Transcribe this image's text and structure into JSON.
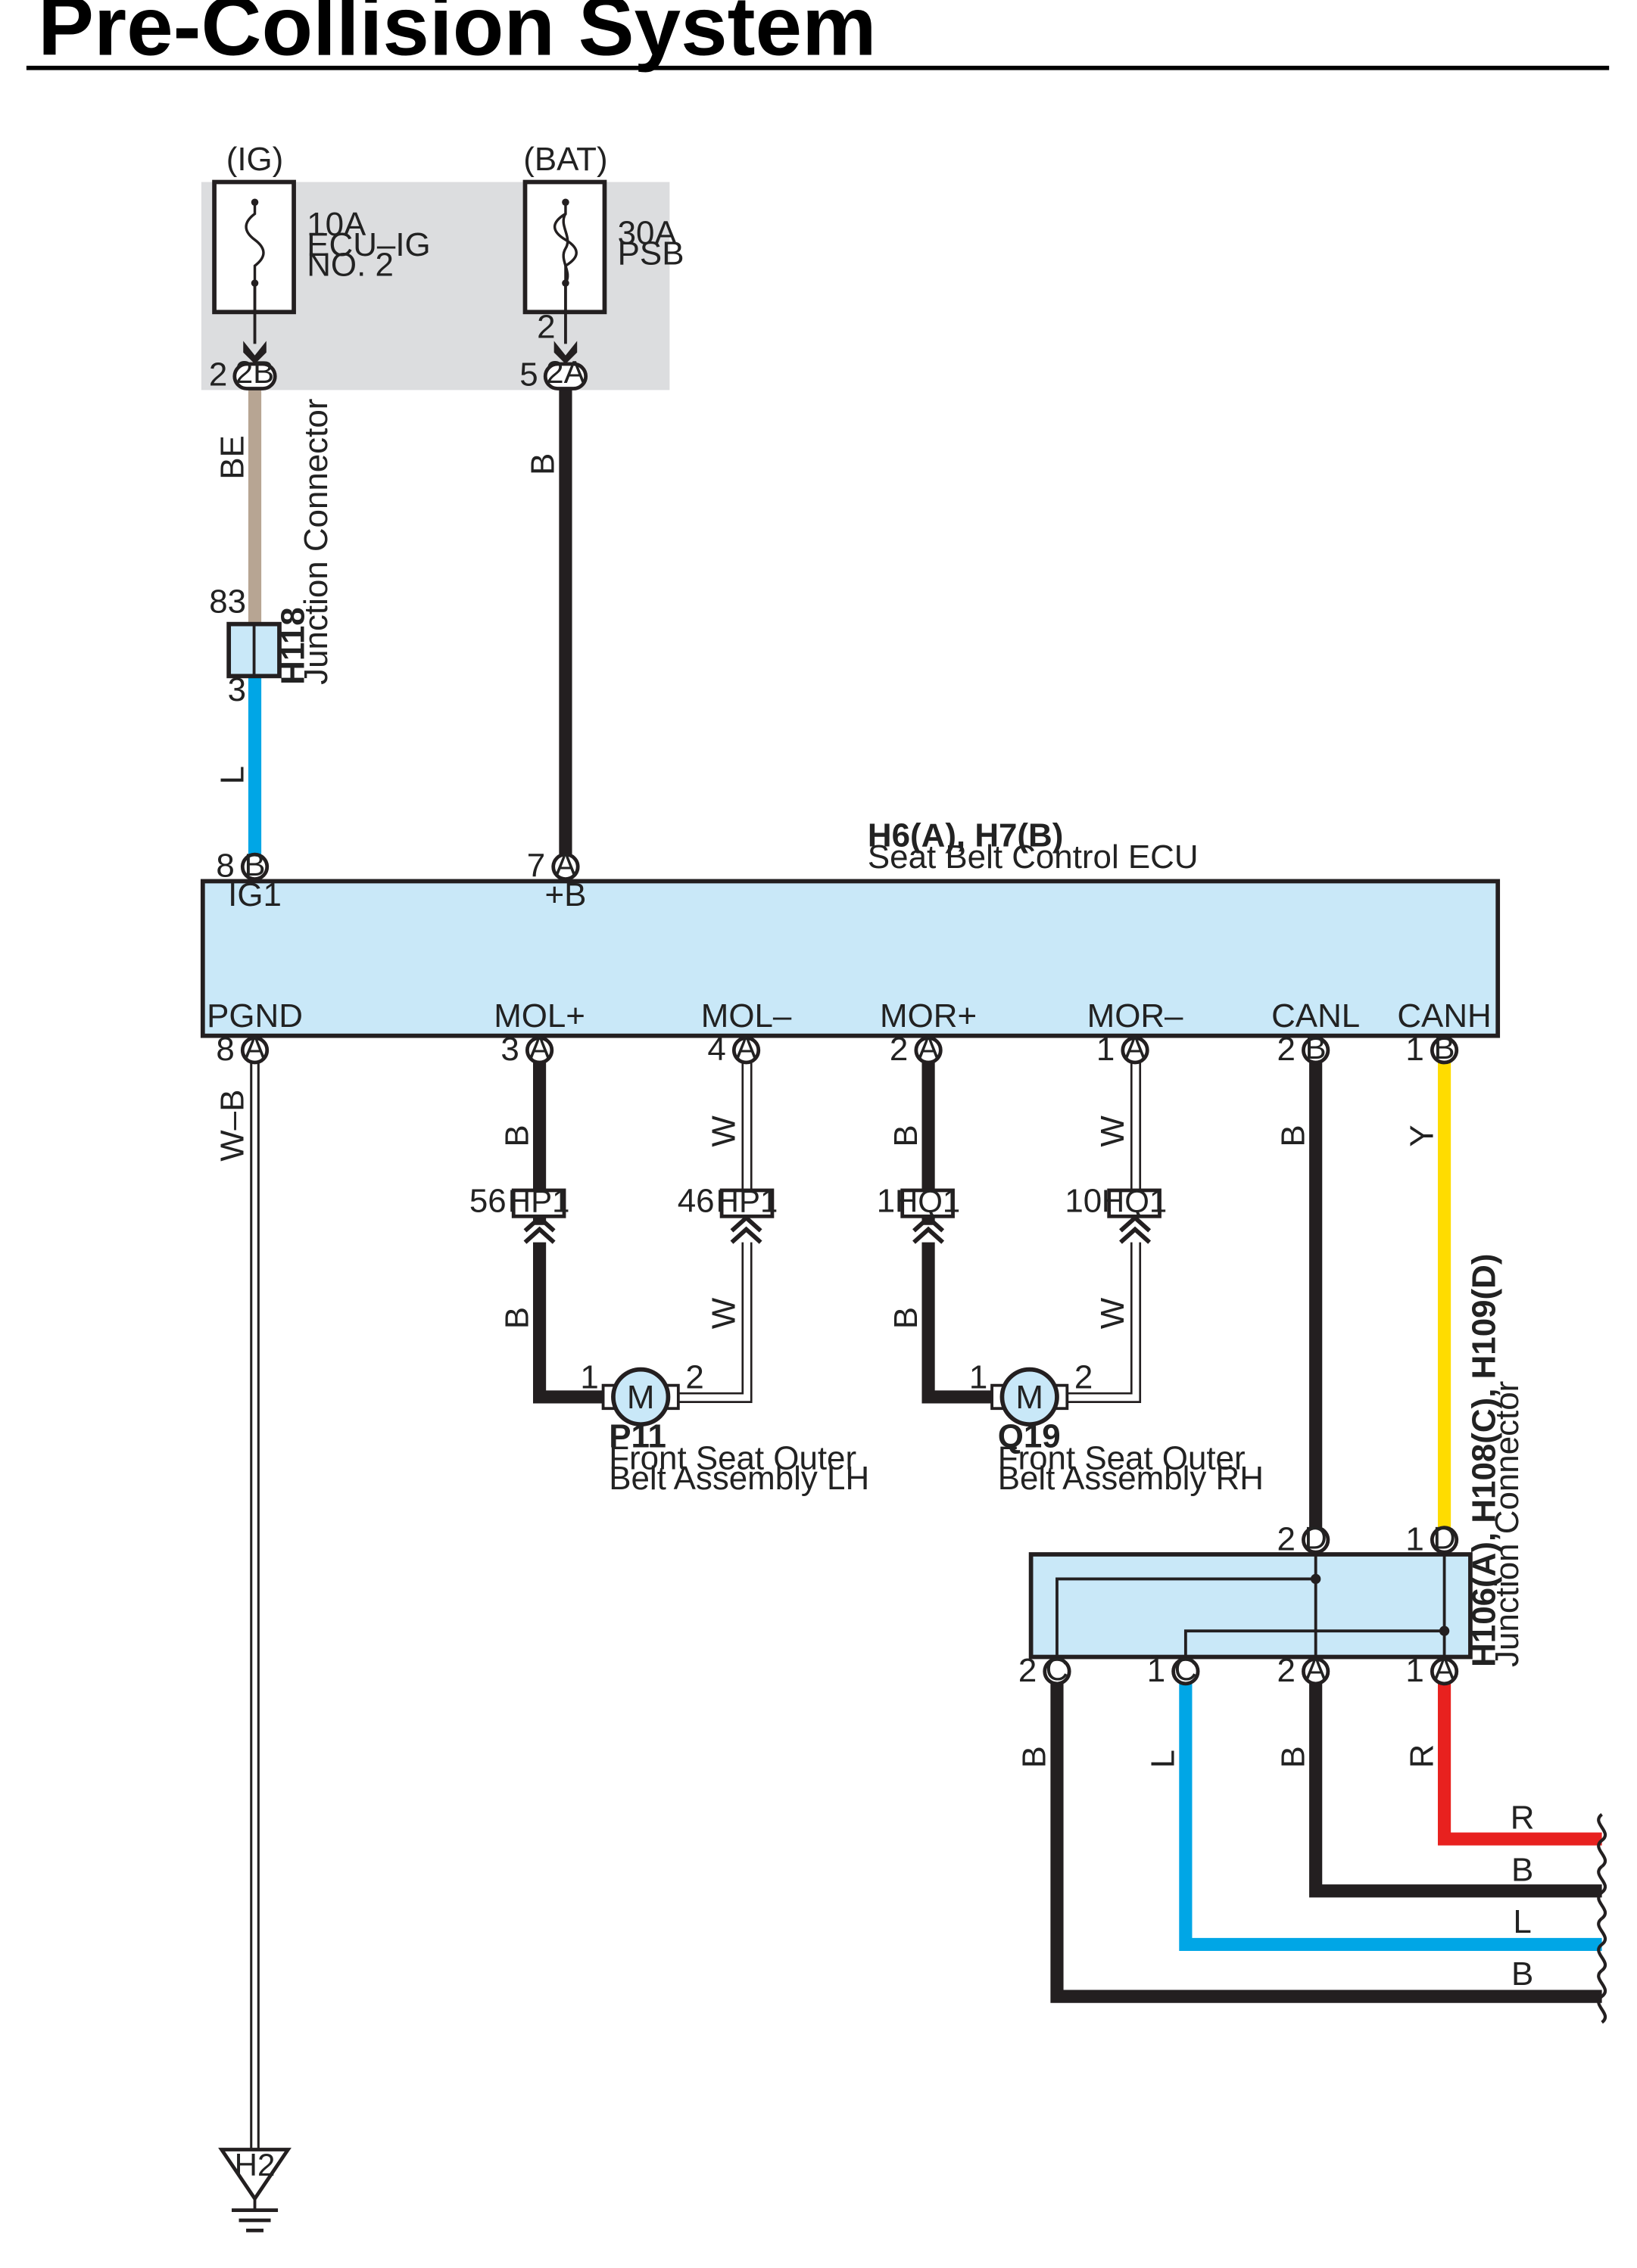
{
  "title": "Pre-Collision System",
  "power": {
    "ig": {
      "source": "(IG)",
      "fuse_amp": "10A",
      "fuse_name_1": "ECU–IG",
      "fuse_name_2": "NO. 2",
      "conn": "2B",
      "pin": "2"
    },
    "bat": {
      "source": "(BAT)",
      "fuse_amp": "30A",
      "fuse_name_1": "PSB",
      "fuse_pin": "2",
      "conn": "2A",
      "pin": "5"
    }
  },
  "wires": {
    "ig_top": "BE",
    "ig_bottom": "L",
    "bat": "B",
    "pgnd": "W–B",
    "mol_plus_top": "B",
    "mol_minus_top": "W",
    "mor_plus_top": "B",
    "mor_minus_top": "W",
    "mol_plus_bottom": "B",
    "mol_minus_bottom": "W",
    "mor_plus_bottom": "B",
    "mor_minus_bottom": "W",
    "canl": "B",
    "canh": "Y",
    "jc_c2": "B",
    "jc_c1": "L",
    "jc_a2": "B",
    "jc_a1": "R",
    "out_1": "R",
    "out_2": "B",
    "out_3": "L",
    "out_4": "B"
  },
  "h118": {
    "code": "H118",
    "name": "Junction Connector",
    "pin_top": "83",
    "pin_bottom": "3"
  },
  "ecu": {
    "code": "H6(A), H7(B)",
    "name": "Seat Belt Control ECU",
    "top_pins": [
      {
        "num": "8",
        "conn": "B",
        "label": "IG1"
      },
      {
        "num": "7",
        "conn": "A",
        "label": "+B"
      }
    ],
    "bottom_pins": [
      {
        "num": "8",
        "conn": "A",
        "label": "PGND"
      },
      {
        "num": "3",
        "conn": "A",
        "label": "MOL+"
      },
      {
        "num": "4",
        "conn": "A",
        "label": "MOL–"
      },
      {
        "num": "2",
        "conn": "A",
        "label": "MOR+"
      },
      {
        "num": "1",
        "conn": "A",
        "label": "MOR–"
      },
      {
        "num": "2",
        "conn": "B",
        "label": "CANL"
      },
      {
        "num": "1",
        "conn": "B",
        "label": "CANH"
      }
    ]
  },
  "inline_connectors": [
    {
      "pin": "56",
      "code": "HP1"
    },
    {
      "pin": "46",
      "code": "HP1"
    },
    {
      "pin": "1",
      "code": "HQ1"
    },
    {
      "pin": "10",
      "code": "HQ1"
    }
  ],
  "motors": [
    {
      "symbol": "M",
      "code": "P11",
      "name_1": "Front Seat Outer",
      "name_2": "Belt Assembly LH",
      "pin_left": "1",
      "pin_right": "2"
    },
    {
      "symbol": "M",
      "code": "Q19",
      "name_1": "Front Seat Outer",
      "name_2": "Belt Assembly RH",
      "pin_left": "1",
      "pin_right": "2"
    }
  ],
  "junction": {
    "code": "H106(A), H108(C), H109(D)",
    "name": "Junction Connector",
    "top_pins": [
      {
        "num": "2",
        "conn": "D"
      },
      {
        "num": "1",
        "conn": "D"
      }
    ],
    "bottom_pins": [
      {
        "num": "2",
        "conn": "C"
      },
      {
        "num": "1",
        "conn": "C"
      },
      {
        "num": "2",
        "conn": "A"
      },
      {
        "num": "1",
        "conn": "A"
      }
    ]
  },
  "ground": {
    "code": "H2"
  },
  "colors": {
    "black": "#231f20",
    "blue": "#00a6e6",
    "tan": "#b7a593",
    "yellow": "#ffdc00",
    "red": "#e8211f",
    "component_fill": "#c9e8f8",
    "fuse_box_bg": "#dcdddf"
  }
}
